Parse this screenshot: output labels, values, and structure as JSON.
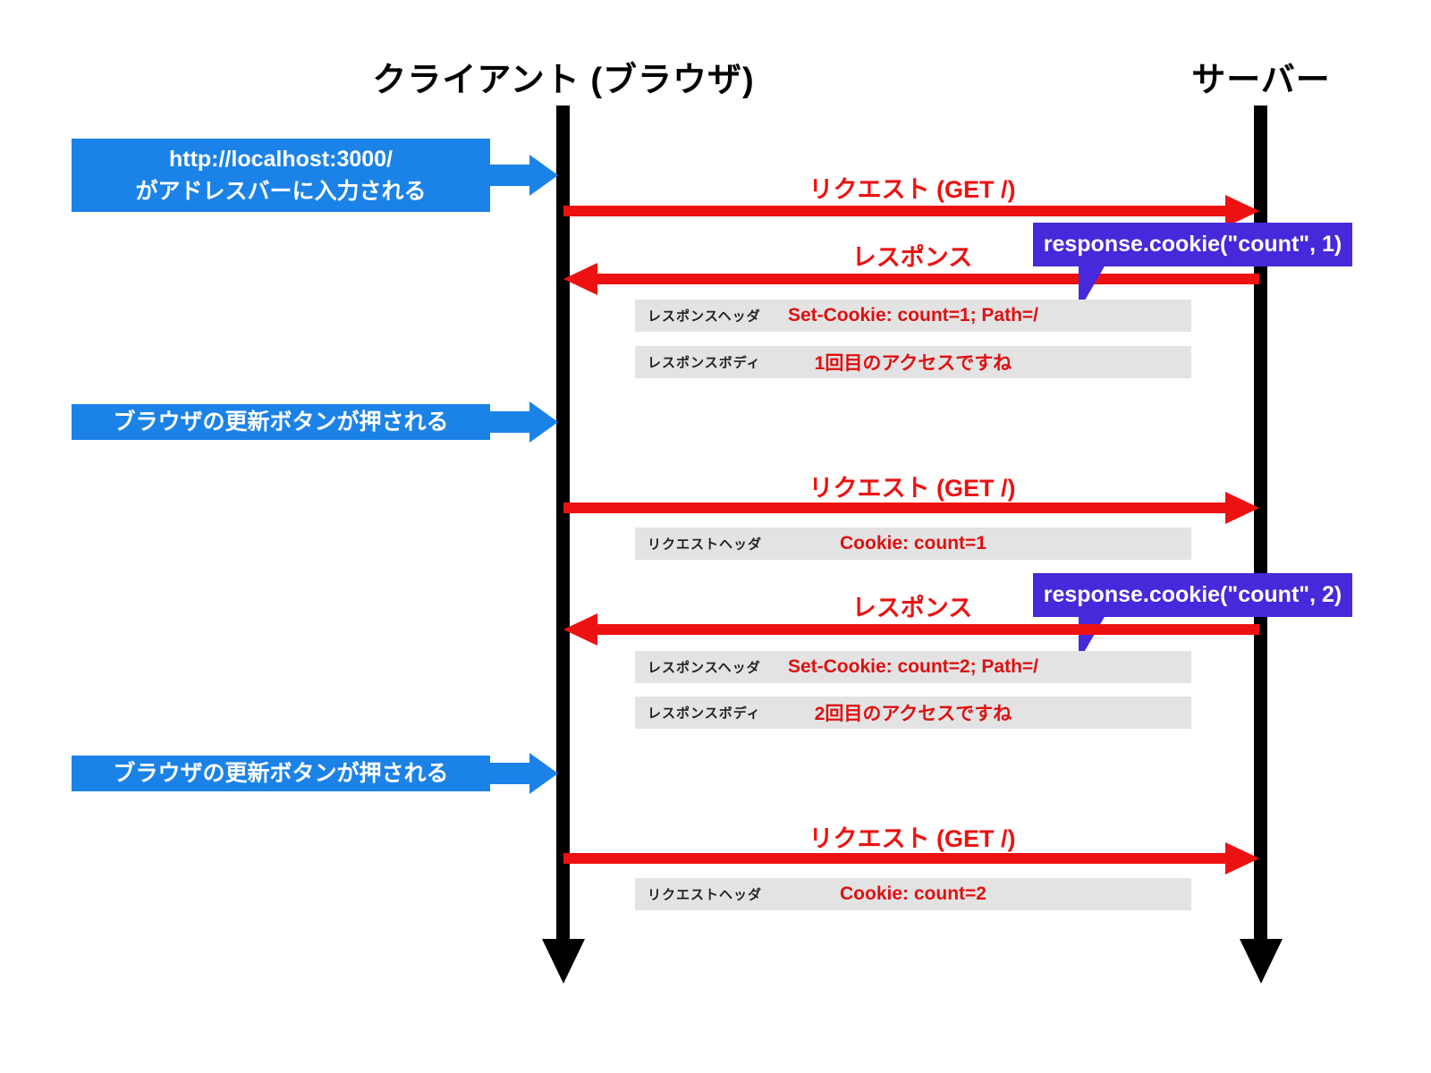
{
  "title": {
    "client": "クライアント (ブラウザ)",
    "server": "サーバー"
  },
  "colors": {
    "event_blue": "#1b82e8",
    "callout_purple": "#4729db",
    "message_red": "#ee1111",
    "row_grey": "#e3e3e3",
    "lifeline_black": "#000000"
  },
  "events": {
    "e1_line1": "http://localhost:3000/",
    "e1_line2": "がアドレスバーに入力される",
    "e2": "ブラウザの更新ボタンが押される",
    "e3": "ブラウザの更新ボタンが押される"
  },
  "messages": {
    "request1": "リクエスト (GET /)",
    "response1": "レスポンス",
    "request2": "リクエスト (GET /)",
    "response2": "レスポンス",
    "request3": "リクエスト (GET /)"
  },
  "callouts": {
    "c1": "response.cookie(\"count\", 1)",
    "c2": "response.cookie(\"count\", 2)"
  },
  "rows": [
    {
      "header": "レスポンスヘッダ",
      "value": "Set-Cookie: count=1; Path=/"
    },
    {
      "header": "レスポンスボディ",
      "value": "1回目のアクセスですね"
    },
    {
      "header": "リクエストヘッダ",
      "value": "Cookie: count=1"
    },
    {
      "header": "レスポンスヘッダ",
      "value": "Set-Cookie: count=2; Path=/"
    },
    {
      "header": "レスポンスボディ",
      "value": "2回目のアクセスですね"
    },
    {
      "header": "リクエストヘッダ",
      "value": "Cookie: count=2"
    }
  ]
}
